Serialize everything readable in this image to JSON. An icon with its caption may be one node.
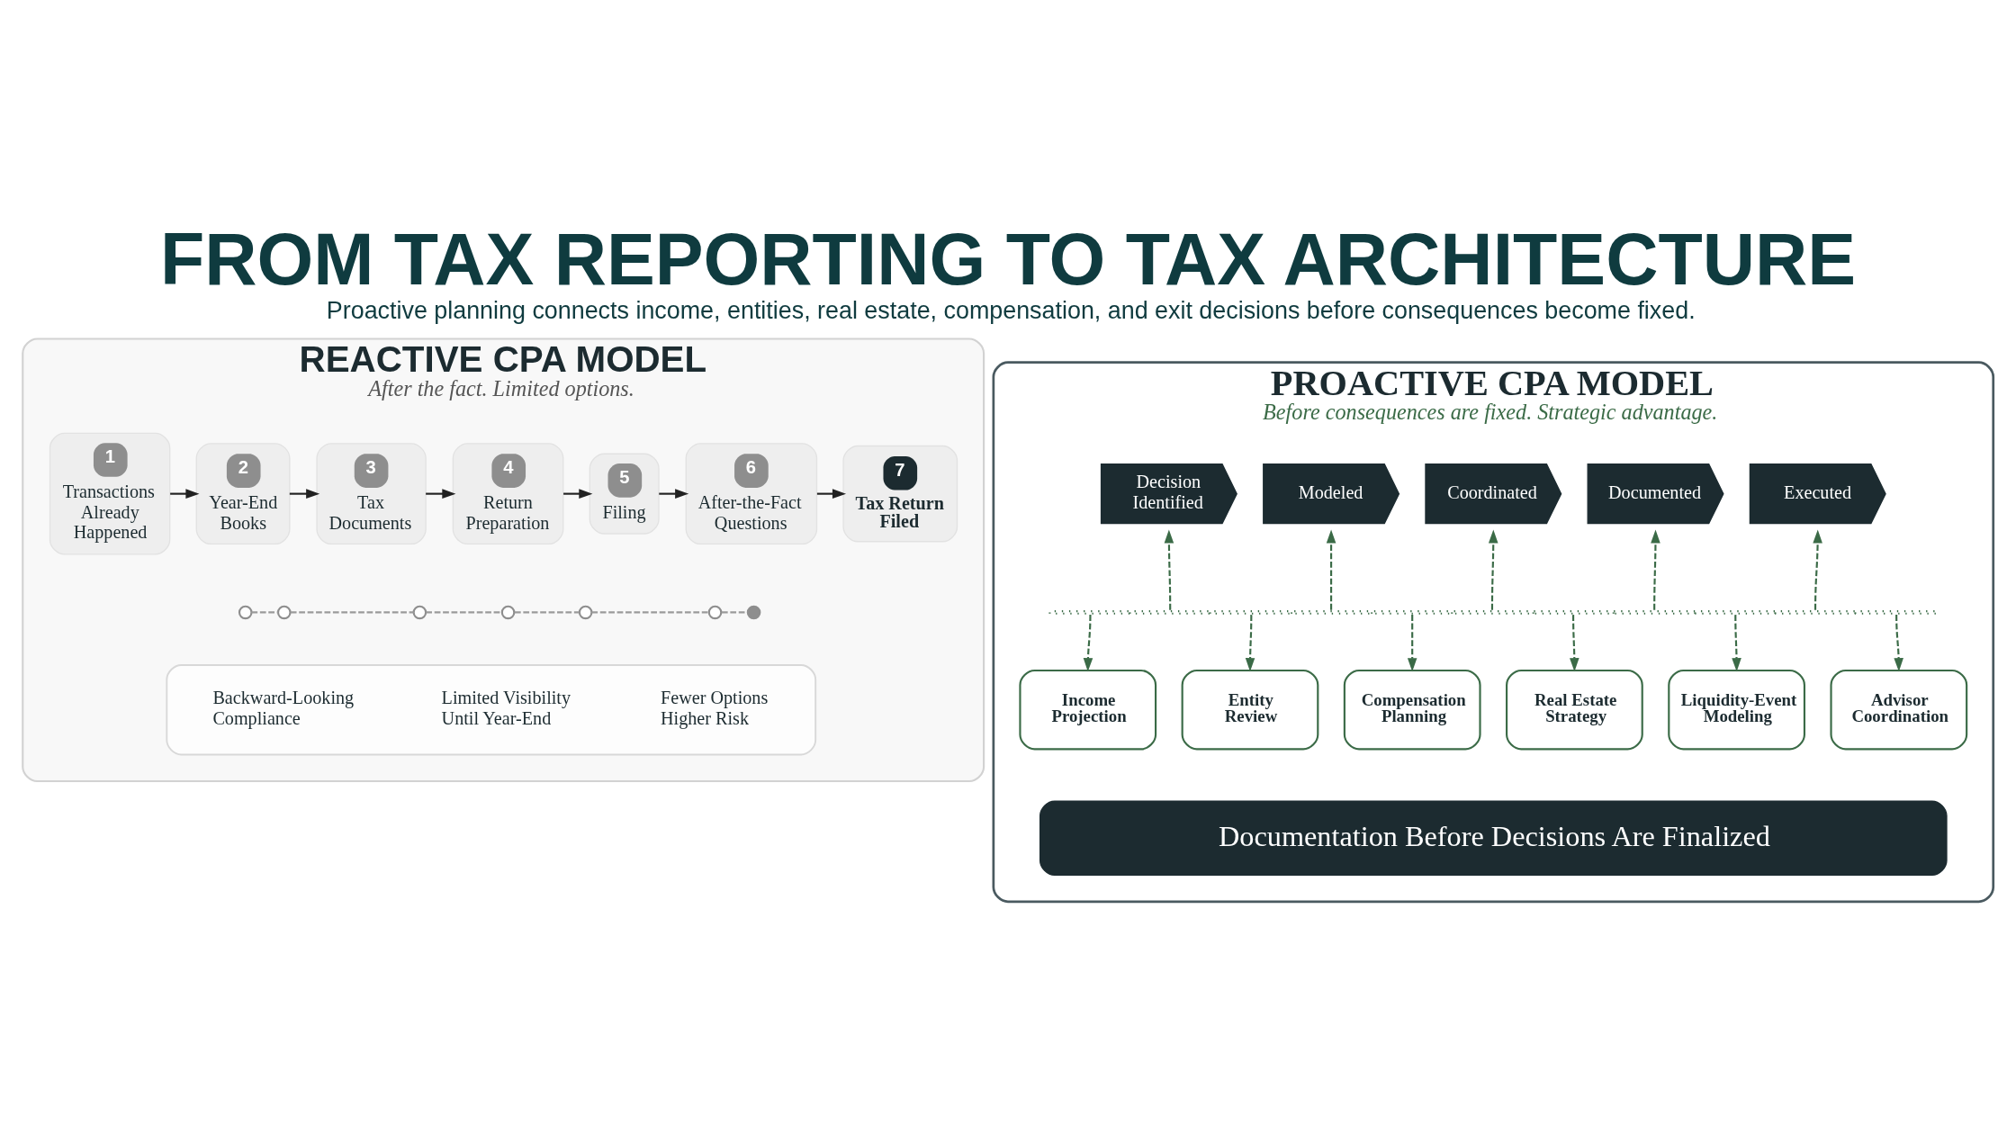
{
  "diagram": {
    "title": "FROM TAX REPORTING TO TAX ARCHITECTURE",
    "caption": "Proactive planning connects income, entities, real estate, compensation, and exit decisions before consequences become fixed.",
    "nodes": [
      {
        "text": [
          "REACTIVE CPA MODEL",
          "After the fact. Limited options."
        ]
      },
      {
        "text": [
          "1",
          "Transactions Already Happened"
        ],
        "in": 0
      },
      {
        "text": [
          "2",
          "Year-End Books"
        ],
        "in": 0
      },
      {
        "text": [
          "3",
          "Tax Documents"
        ],
        "in": 0
      },
      {
        "text": [
          "4",
          "Return Preparation"
        ],
        "in": 0
      },
      {
        "text": [
          "5",
          "Filing"
        ],
        "in": 0
      },
      {
        "text": [
          "6",
          "After-the-Fact Questions"
        ],
        "in": 0
      },
      {
        "text": [
          "7",
          "Tax Return Filed"
        ],
        "in": 0
      },
      {
        "text": [],
        "shape": "circle",
        "in": 0
      },
      {
        "text": [],
        "shape": "circle",
        "in": 0
      },
      {
        "text": [],
        "shape": "circle",
        "in": 0
      },
      {
        "text": [],
        "shape": "circle",
        "in": 0
      },
      {
        "text": [],
        "shape": "circle",
        "in": 0
      },
      {
        "text": [],
        "shape": "circle",
        "in": 0
      },
      {
        "text": [],
        "shape": "circle",
        "in": 0
      },
      {
        "text": [],
        "shape": "box",
        "in": 0
      },
      {
        "text": [
          "Backward-Looking Compliance"
        ],
        "in": 15
      },
      {
        "text": [
          "Limited Visibility Until Year-End"
        ],
        "in": 15
      },
      {
        "text": [
          "Fewer Options Higher Risk"
        ],
        "in": 15
      },
      {
        "text": [
          "PROACTIVE CPA MODEL",
          "Before consequences are fixed. Strategic advantage."
        ]
      },
      {
        "text": [
          "Decision Identified"
        ],
        "in": 19
      },
      {
        "text": [
          "Modeled"
        ],
        "in": 19
      },
      {
        "text": [
          "Coordinated"
        ],
        "in": 19
      },
      {
        "text": [
          "Documented"
        ],
        "in": 19
      },
      {
        "text": [
          "Executed"
        ],
        "in": 19
      },
      {
        "text": [],
        "shape": "bar",
        "in": 19
      },
      {
        "text": [
          "Income Projection"
        ],
        "in": 19
      },
      {
        "text": [
          "Entity Review"
        ],
        "in": 19
      },
      {
        "text": [
          "Compensation Planning"
        ],
        "in": 19
      },
      {
        "text": [
          "Real Estate Strategy"
        ],
        "in": 19
      },
      {
        "text": [
          "Liquidity-Event Modeling"
        ],
        "in": 19
      },
      {
        "text": [
          "Advisor Coordination"
        ],
        "in": 19
      },
      {
        "text": [
          "Documentation Before Decisions Are Finalized"
        ],
        "in": 19
      }
    ],
    "edges": [
      {
        "from": 1,
        "to": 2,
        "arrow": "to",
        "color": "#222222"
      },
      {
        "from": 2,
        "to": 3,
        "arrow": "to",
        "color": "#222222"
      },
      {
        "from": 3,
        "to": 4,
        "arrow": "to",
        "color": "#222222"
      },
      {
        "from": 4,
        "to": 5,
        "arrow": "to",
        "color": "#222222"
      },
      {
        "from": 5,
        "to": 6,
        "arrow": "to",
        "color": "#222222"
      },
      {
        "from": 6,
        "to": 7,
        "arrow": "to",
        "color": "#222222"
      },
      {
        "from": 8,
        "to": 9,
        "arrow": "none",
        "style": "dashed",
        "color": "#9a9a9a"
      },
      {
        "from": 9,
        "to": 10,
        "arrow": "none",
        "style": "dashed",
        "color": "#9a9a9a"
      },
      {
        "from": 10,
        "to": 11,
        "arrow": "none",
        "style": "dashed",
        "color": "#9a9a9a"
      },
      {
        "from": 11,
        "to": 12,
        "arrow": "none",
        "style": "dashed",
        "color": "#9a9a9a"
      },
      {
        "from": 12,
        "to": 13,
        "arrow": "none",
        "style": "dashed",
        "color": "#9a9a9a"
      },
      {
        "from": 13,
        "to": 14,
        "arrow": "none",
        "style": "dashed",
        "color": "#9a9a9a"
      },
      {
        "from": 25,
        "to": 20,
        "arrow": "to",
        "style": "dashed"
      },
      {
        "from": 25,
        "to": 21,
        "arrow": "to",
        "style": "dashed"
      },
      {
        "from": 25,
        "to": 22,
        "arrow": "to",
        "style": "dashed"
      },
      {
        "from": 25,
        "to": 23,
        "arrow": "to",
        "style": "dashed"
      },
      {
        "from": 25,
        "to": 24,
        "arrow": "to",
        "style": "dashed"
      },
      {
        "from": 25,
        "to": 26,
        "arrow": "to",
        "style": "dashed"
      },
      {
        "from": 25,
        "to": 27,
        "arrow": "to",
        "style": "dashed"
      },
      {
        "from": 25,
        "to": 28,
        "arrow": "to",
        "style": "dashed"
      },
      {
        "from": 25,
        "to": 29,
        "arrow": "to",
        "style": "dashed"
      },
      {
        "from": 25,
        "to": 30,
        "arrow": "to",
        "style": "dashed"
      },
      {
        "from": 25,
        "to": 31,
        "arrow": "to",
        "style": "dashed"
      }
    ]
  }
}
